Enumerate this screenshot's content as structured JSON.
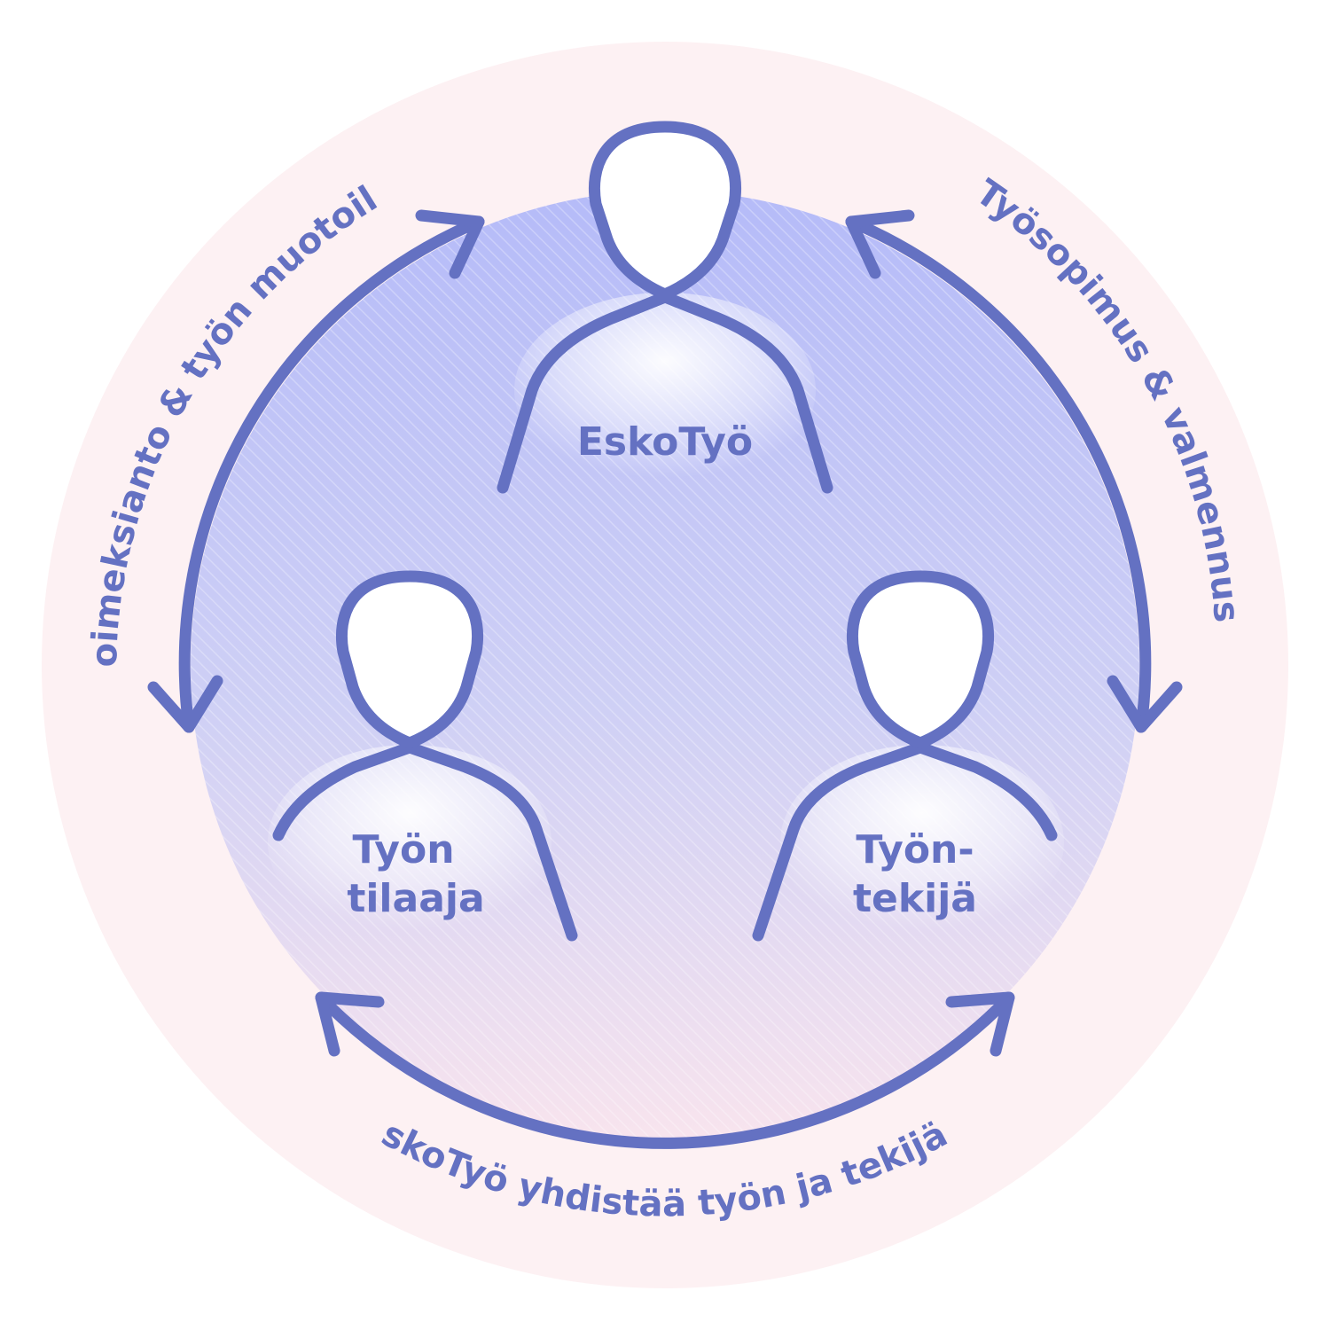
{
  "colors": {
    "outer_circle": "#fdf1f3",
    "inner_top": "#b5bbf8",
    "inner_bottom": "#f8e4ee",
    "stroke": "#6471c2",
    "text": "#6471c2"
  },
  "nodes": {
    "top": {
      "label": "EskoTyö"
    },
    "left": {
      "line1": "Työn",
      "line2": "tilaaja"
    },
    "right": {
      "line1": "Työn-",
      "line2": "tekijä"
    }
  },
  "relations": {
    "left_arc": "Toimeksianto & työn muotoilu",
    "right_arc": "Työsopimus & valmennus",
    "bottom_arc": "EskoTyö yhdistää työn ja tekijän"
  }
}
